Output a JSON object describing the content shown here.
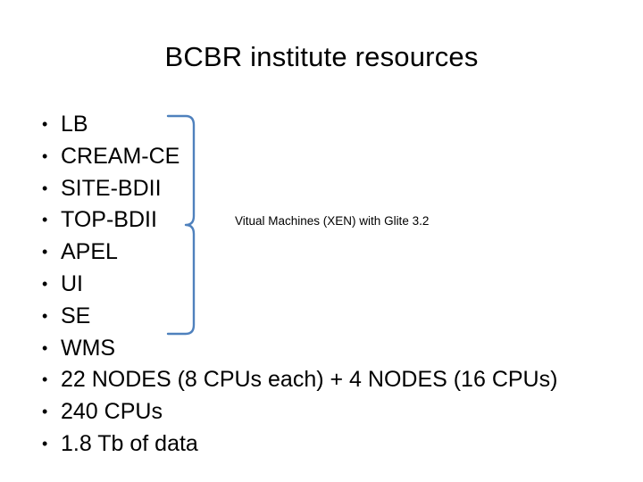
{
  "slide": {
    "title": "BCBR institute resources",
    "bullets": [
      "LB",
      "CREAM-CE",
      "SITE-BDII",
      "TOP-BDII",
      "APEL",
      "UI",
      "SE",
      "WMS",
      "22 NODES (8 CPUs each) + 4 NODES (16 CPUs)",
      "240 CPUs",
      "1.8 Tb of data"
    ],
    "annotation": "Vitual Machines (XEN) with Glite 3.2",
    "brace_color": "#4F81BD",
    "text_color": "#000000",
    "background_color": "#FFFFFF"
  }
}
